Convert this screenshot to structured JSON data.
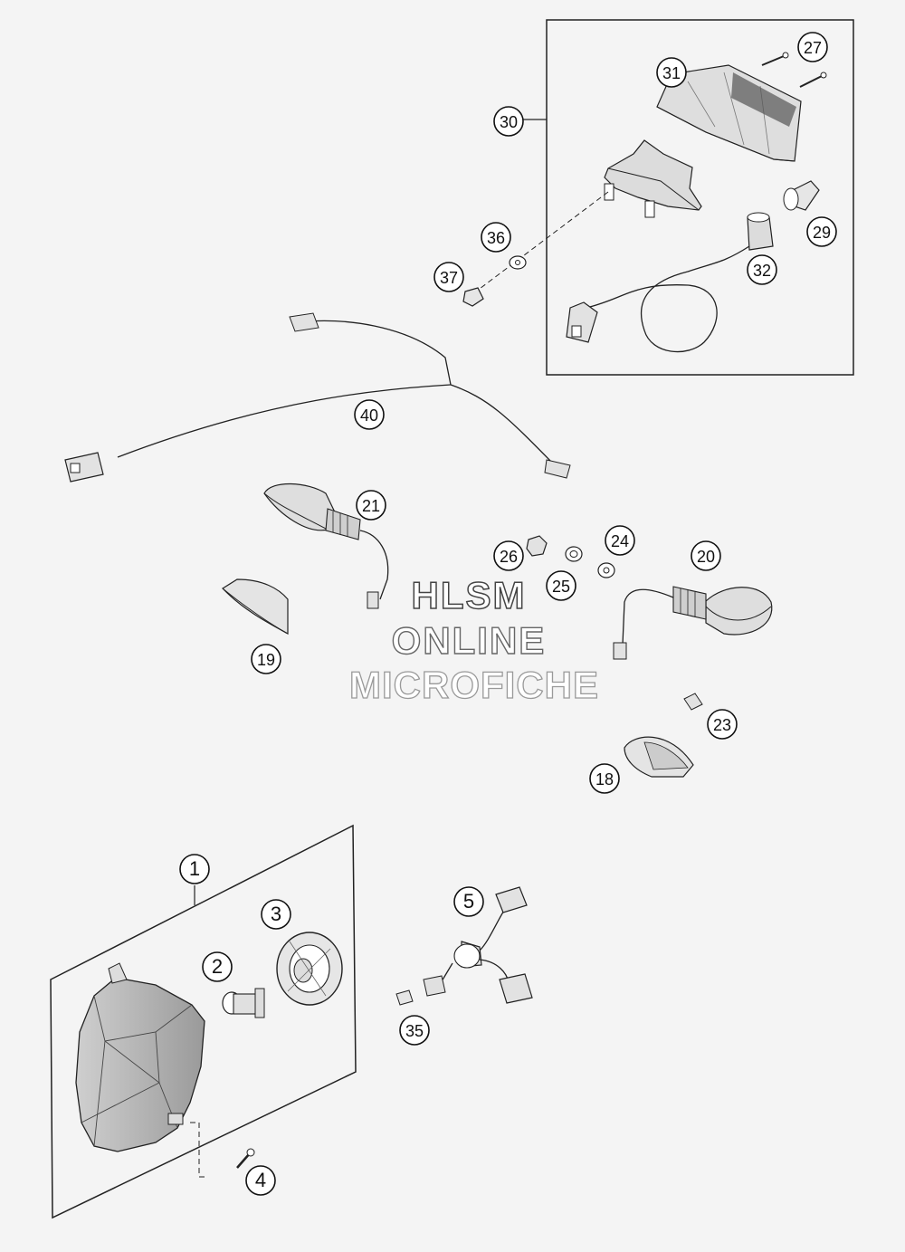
{
  "diagram": {
    "title": "",
    "callouts": [
      "1",
      "2",
      "3",
      "4",
      "5",
      "18",
      "19",
      "20",
      "21",
      "23",
      "24",
      "25",
      "26",
      "27",
      "29",
      "30",
      "31",
      "32",
      "35",
      "36",
      "37",
      "40"
    ]
  },
  "watermark": {
    "line1": "HLSM",
    "line2": "ONLINE",
    "line3": "MICROFICHE"
  },
  "colors": {
    "background": "#f4f4f4",
    "line": "#222222",
    "part_fill": "#e6e6e6",
    "watermark_outline": "#8a8a8a"
  }
}
